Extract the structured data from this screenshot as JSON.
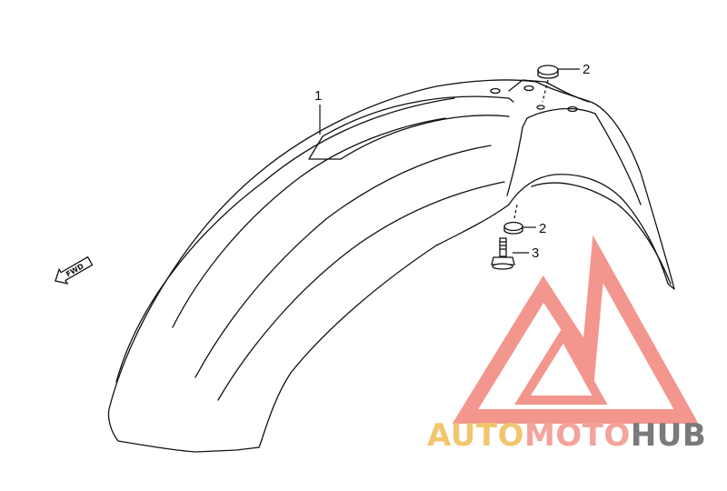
{
  "diagram": {
    "callouts": [
      {
        "label": "1",
        "part": "front-fender"
      },
      {
        "label": "2",
        "part": "top-grommet"
      },
      {
        "label": "2",
        "part": "side-grommet"
      },
      {
        "label": "3",
        "part": "bolt"
      }
    ],
    "fwd_label": "FWD"
  },
  "watermark": {
    "brand_auto": "AUTO",
    "brand_moto": "MOTO",
    "brand_hub": "HUB",
    "colors": {
      "auto": "#f2c66e",
      "moto": "#f4a39a",
      "hub": "#7a7a7a",
      "triangle": "#f2847a"
    }
  },
  "colors": {
    "line": "#111111",
    "background": "#ffffff"
  }
}
